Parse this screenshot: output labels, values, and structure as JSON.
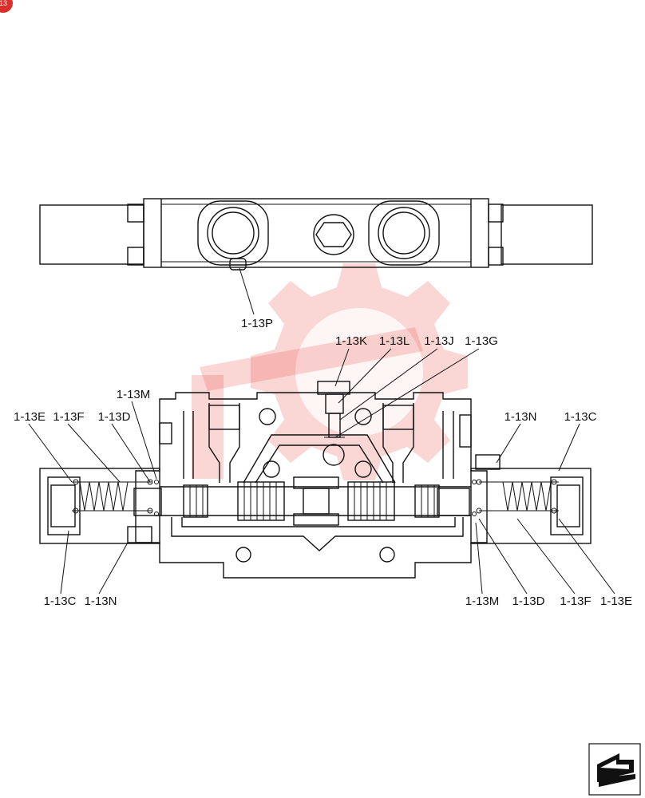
{
  "corner_badge": "13",
  "callouts": {
    "p": "1-13P",
    "k": "1-13K",
    "l": "1-13L",
    "j": "1-13J",
    "g": "1-13G",
    "m_top": "1-13M",
    "e_left": "1-13E",
    "f_left": "1-13F",
    "d_left": "1-13D",
    "n_right_top": "1-13N",
    "c_right_top": "1-13C",
    "c_left_bottom": "1-13C",
    "n_left_bottom": "1-13N",
    "m_bottom": "1-13M",
    "d_right": "1-13D",
    "f_right": "1-13F",
    "e_right": "1-13E"
  },
  "icons": {
    "watermark": "gear-logo-watermark",
    "nav": "arrow-page-icon"
  }
}
